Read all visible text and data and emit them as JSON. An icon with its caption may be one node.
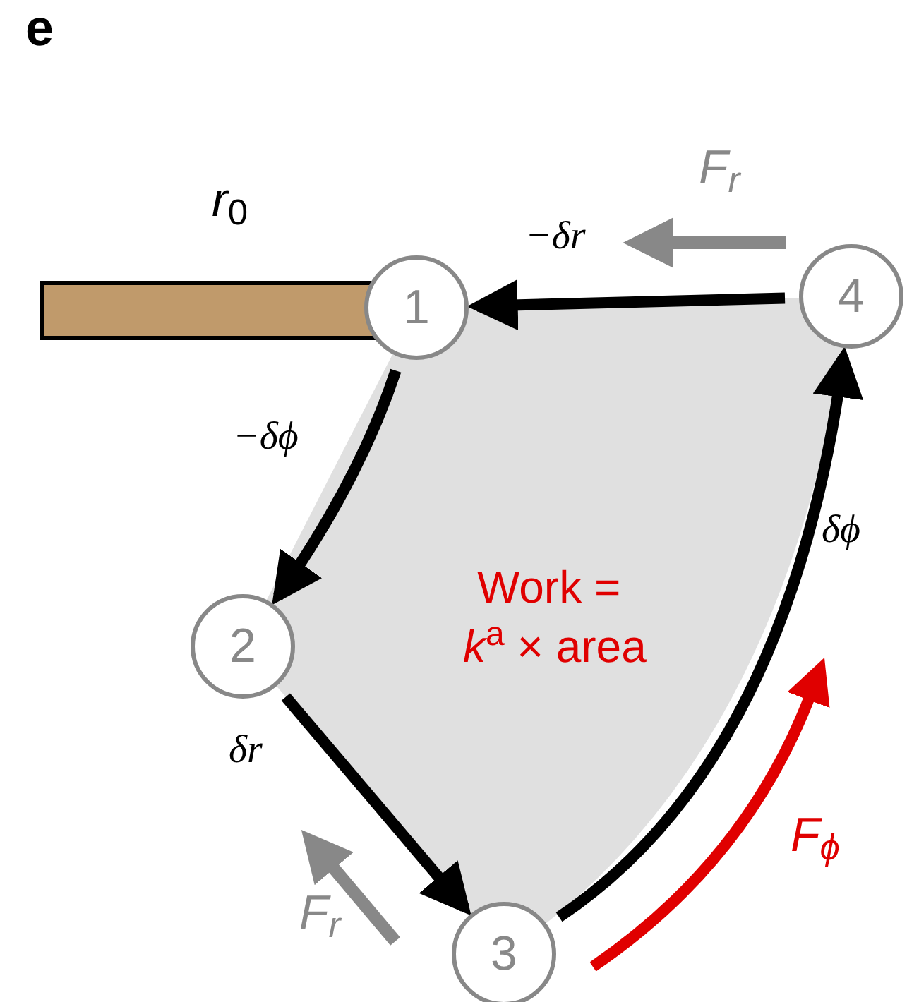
{
  "diagram": {
    "nodes": [
      {
        "text": [],
        "shape": "bar",
        "beside": [
          "*r*$_{0}$"
        ]
      },
      {
        "text": [
          "1"
        ]
      },
      {
        "text": [
          "2"
        ]
      },
      {
        "text": [
          "3"
        ]
      },
      {
        "text": [
          "4"
        ]
      }
    ],
    "edges": [
      {
        "from": 4,
        "to": 1,
        "arrow": "to",
        "label": "−δr"
      },
      {
        "from": 1,
        "to": 2,
        "arrow": "to",
        "label": "−δϕ"
      },
      {
        "from": 2,
        "to": 3,
        "arrow": "to",
        "label": "δr"
      },
      {
        "from": 3,
        "to": 4,
        "arrow": "to",
        "label": "δϕ"
      }
    ],
    "labels": [
      "e",
      "F$_{r}$",
      "Work =",
      "*k*$^{a}$ × area",
      "F$_{r}$",
      "F$_{ϕ}$"
    ]
  }
}
